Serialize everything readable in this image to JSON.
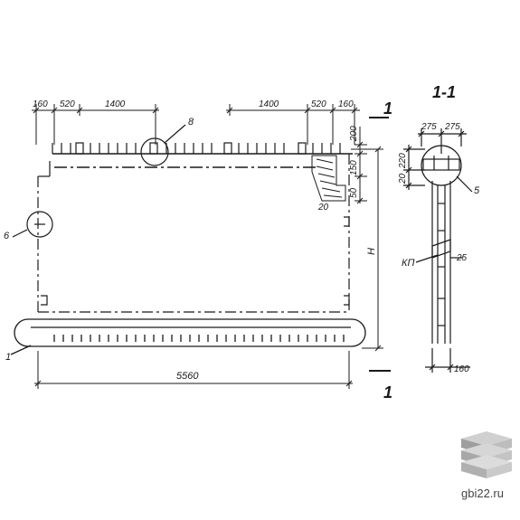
{
  "drawing": {
    "section_title": "1-1",
    "section_mark": "1",
    "top_dims_left": [
      "160",
      "520",
      "1400"
    ],
    "top_dims_right": [
      "1400",
      "520",
      "160"
    ],
    "right_dims": [
      "200",
      "150",
      "50"
    ],
    "right_dim_small": "20",
    "height_label": "H",
    "bottom_dim": "5560",
    "callout_top": "8",
    "callout_left": "6",
    "callout_bottom": "1",
    "section_top_dims": [
      "275",
      "275"
    ],
    "section_left_dims": [
      "220",
      "20"
    ],
    "section_callout": "5",
    "section_kp_label": "КП",
    "section_rebar_dim": "25",
    "section_width_dim": "160"
  },
  "watermark": {
    "text": "gbi22.ru"
  }
}
